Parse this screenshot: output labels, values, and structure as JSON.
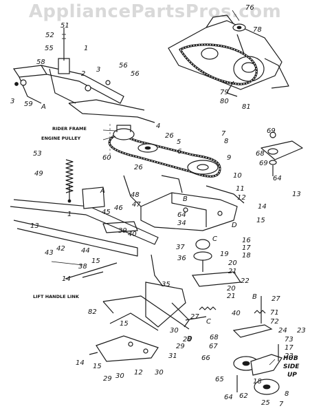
{
  "watermark": "AppliancePartsPros.com",
  "captions": {
    "rider_frame": "RIDER FRAME",
    "engine_pulley": "ENGINE PULLEY",
    "lift_handle_link": "LIFT HANDLE LINK",
    "hub_side_up": [
      "HUB",
      "SIDE",
      "UP"
    ]
  },
  "part_numbers": [
    "1",
    "2",
    "3",
    "4",
    "5",
    "6",
    "7",
    "8",
    "9",
    "10",
    "11",
    "12",
    "13",
    "14",
    "15",
    "16",
    "17",
    "18",
    "19",
    "20",
    "21",
    "22",
    "23",
    "24",
    "25",
    "26",
    "27",
    "28",
    "29",
    "30",
    "31",
    "34",
    "35",
    "36",
    "37",
    "38",
    "39",
    "40",
    "42",
    "43",
    "44",
    "45",
    "46",
    "47",
    "48",
    "49",
    "51",
    "52",
    "53",
    "55",
    "56",
    "58",
    "59",
    "60",
    "62",
    "64",
    "65",
    "66",
    "67",
    "68",
    "69",
    "71",
    "72",
    "73",
    "76",
    "78",
    "79",
    "80",
    "81",
    "82"
  ],
  "callouts": [
    {
      "t": "51"
    },
    {
      "t": "52"
    },
    {
      "t": "55"
    },
    {
      "t": "1"
    },
    {
      "t": "58"
    },
    {
      "t": "3"
    },
    {
      "t": "59"
    },
    {
      "t": "A"
    },
    {
      "t": "2"
    },
    {
      "t": "3"
    },
    {
      "t": "56"
    },
    {
      "t": "56"
    },
    {
      "t": "76"
    },
    {
      "t": "78"
    },
    {
      "t": "79"
    },
    {
      "t": "80"
    },
    {
      "t": "81"
    },
    {
      "t": "4"
    },
    {
      "t": "26"
    },
    {
      "t": "5"
    },
    {
      "t": "6"
    },
    {
      "t": "7"
    },
    {
      "t": "8"
    },
    {
      "t": "9"
    },
    {
      "t": "60"
    },
    {
      "t": "69"
    },
    {
      "t": "68"
    },
    {
      "t": "69"
    },
    {
      "t": "64"
    },
    {
      "t": "53"
    },
    {
      "t": "49"
    },
    {
      "t": "1"
    },
    {
      "t": "26"
    },
    {
      "t": "10"
    },
    {
      "t": "11"
    },
    {
      "t": "A"
    },
    {
      "t": "48"
    },
    {
      "t": "47"
    },
    {
      "t": "B"
    },
    {
      "t": "12"
    },
    {
      "t": "13"
    },
    {
      "t": "14"
    },
    {
      "t": "15"
    },
    {
      "t": "64"
    },
    {
      "t": "34"
    },
    {
      "t": "45"
    },
    {
      "t": "46"
    },
    {
      "t": "D"
    },
    {
      "t": "C"
    },
    {
      "t": "16"
    },
    {
      "t": "17"
    },
    {
      "t": "18"
    },
    {
      "t": "13"
    },
    {
      "t": "39"
    },
    {
      "t": "40"
    },
    {
      "t": "43"
    },
    {
      "t": "42"
    },
    {
      "t": "44"
    },
    {
      "t": "37"
    },
    {
      "t": "36"
    },
    {
      "t": "19"
    },
    {
      "t": "20"
    },
    {
      "t": "21"
    },
    {
      "t": "22"
    },
    {
      "t": "20"
    },
    {
      "t": "21"
    },
    {
      "t": "15"
    },
    {
      "t": "38"
    },
    {
      "t": "14"
    },
    {
      "t": "35"
    },
    {
      "t": "82"
    },
    {
      "t": "27"
    },
    {
      "t": "B"
    },
    {
      "t": "27"
    },
    {
      "t": "40"
    },
    {
      "t": "71"
    },
    {
      "t": "72"
    },
    {
      "t": "24"
    },
    {
      "t": "23"
    },
    {
      "t": "73"
    },
    {
      "t": "17"
    },
    {
      "t": "23"
    },
    {
      "t": "15"
    },
    {
      "t": "30"
    },
    {
      "t": "28"
    },
    {
      "t": "C"
    },
    {
      "t": "D"
    },
    {
      "t": "68"
    },
    {
      "t": "67"
    },
    {
      "t": "66"
    },
    {
      "t": "29"
    },
    {
      "t": "31"
    },
    {
      "t": "14"
    },
    {
      "t": "15"
    },
    {
      "t": "12"
    },
    {
      "t": "30"
    },
    {
      "t": "29"
    },
    {
      "t": "30"
    },
    {
      "t": "65"
    },
    {
      "t": "64"
    },
    {
      "t": "62"
    },
    {
      "t": "18"
    },
    {
      "t": "25"
    },
    {
      "t": "7"
    },
    {
      "t": "8"
    }
  ]
}
